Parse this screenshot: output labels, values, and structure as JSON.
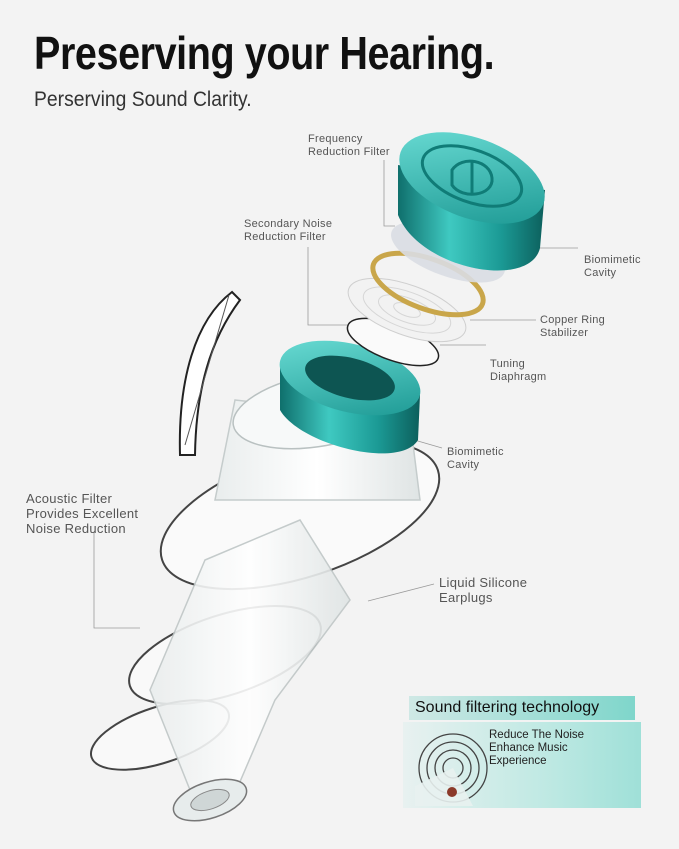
{
  "header": {
    "title": "Preserving your Hearing.",
    "subtitle": "Perserving Sound Clarity."
  },
  "callouts": {
    "frequency_filter": [
      "Frequency",
      "Reduction Filter"
    ],
    "secondary_filter": [
      "Secondary Noise",
      "Reduction Filter"
    ],
    "biomimetic_top": [
      "Biomimetic",
      "Cavity"
    ],
    "copper_ring": [
      "Copper Ring",
      "Stabilizer"
    ],
    "tuning": [
      "Tuning",
      "Diaphragm"
    ],
    "biomimetic_bottom": [
      "Biomimetic",
      "Cavity"
    ],
    "acoustic_filter": [
      "Acoustic Filter",
      "Provides Excellent",
      "Noise Reduction"
    ],
    "silicone": [
      "Liquid Silicone",
      "Earplugs"
    ]
  },
  "badge": {
    "title": "Sound filtering technology",
    "lines": [
      "Reduce The Noise",
      "Enhance Music",
      "Experience"
    ]
  },
  "colors": {
    "teal": "#1f9e9a",
    "gold": "#c9a64a",
    "background": "#f3f3f3"
  }
}
